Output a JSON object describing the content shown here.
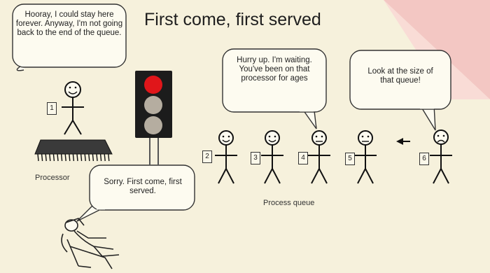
{
  "title": "First come, first served",
  "bubbles": {
    "hooray": "Hooray, I could stay here forever. Anyway, I'm not going back to the end of the queue.",
    "hurry": "Hurry up. I'm waiting. You've been on that processor for ages",
    "size": "Look at the size of that queue!",
    "sorry": "Sorry. First come, first served."
  },
  "labels": {
    "processor": "Processor",
    "queue": "Process queue"
  },
  "figures": {
    "on_processor": "1",
    "queue": [
      "2",
      "3",
      "4",
      "5",
      "6"
    ]
  },
  "traffic_light": {
    "red": "#e0161a",
    "grey": "#b5ada0",
    "body": "#1c1c1c"
  }
}
